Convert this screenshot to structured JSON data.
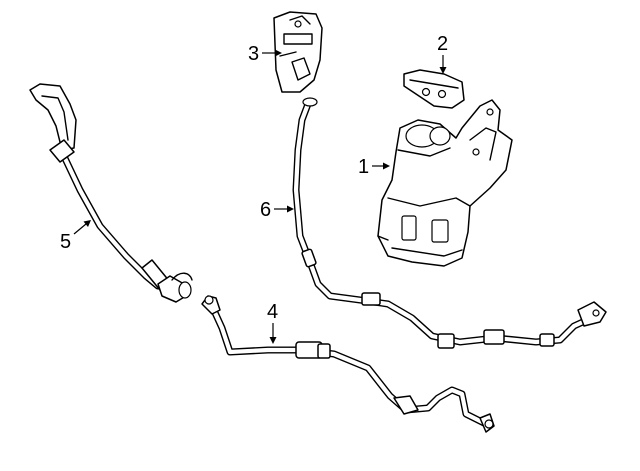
{
  "diagram": {
    "callouts": [
      {
        "id": 1,
        "label": "1"
      },
      {
        "id": 2,
        "label": "2"
      },
      {
        "id": 3,
        "label": "3"
      },
      {
        "id": 4,
        "label": "4"
      },
      {
        "id": 5,
        "label": "5"
      },
      {
        "id": 6,
        "label": "6"
      }
    ]
  }
}
